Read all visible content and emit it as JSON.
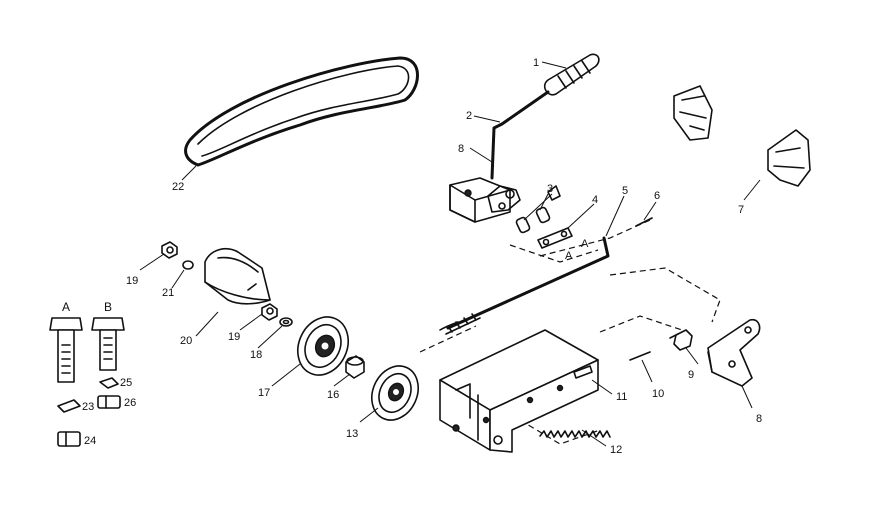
{
  "labels": {
    "p1": "1",
    "p2": "2",
    "p3": "3",
    "p4": "4",
    "p5": "5",
    "p6": "6",
    "p7": "7",
    "p8a": "8",
    "p8b": "8",
    "p9": "9",
    "p10": "10",
    "p11": "11",
    "p12": "12",
    "p13": "13",
    "p16": "16",
    "p17": "17",
    "p18": "18",
    "p19a": "19",
    "p19b": "19",
    "p20": "20",
    "p21": "21",
    "p22": "22",
    "p23": "23",
    "p24": "24",
    "p25": "25",
    "p26": "26",
    "A1": "A",
    "A2": "A",
    "boltA": "A",
    "boltB": "B"
  }
}
